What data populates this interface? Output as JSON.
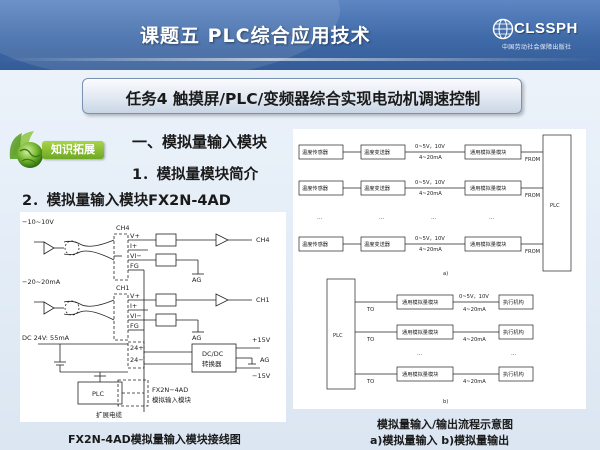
{
  "header": {
    "title": "课题五    PLC综合应用技术",
    "logo_text": "CLSSPH",
    "logo_subtext": "中国劳动社会保障出版社"
  },
  "task": {
    "title": "任务4    触摸屏/PLC/变频器综合实现电动机调速控制"
  },
  "badge": {
    "label": "知识拓展"
  },
  "sections": {
    "s1": "一、模拟量输入模块",
    "s2": "1．模拟量模块简介",
    "s3": "2．模拟量输入模块FX2N-4AD"
  },
  "wiring": {
    "in_v": "−10~10V",
    "in_i": "−20~20mA",
    "ch4": "CH4",
    "ch1": "CH1",
    "t_vplus": "V+",
    "t_iplus": "I+",
    "t_vminus": "VI−",
    "t_fg": "FG",
    "out_ch4": "CH4",
    "out_ch1": "CH1",
    "ag": "AG",
    "power": "DC 24V: 55mA",
    "p24plus": "24+",
    "p24minus": "24−",
    "dcdc_1": "DC/DC",
    "dcdc_2": "转换器",
    "plus15": "+15V",
    "minus15": "−15V",
    "plc": "PLC",
    "module_1": "FX2N−4AD",
    "module_2": "模拟输入模块",
    "ext_cable": "扩展电缆"
  },
  "flow": {
    "sensor": "温度传感器",
    "transmitter": "温度变送器",
    "range_v": "0~5V，10V",
    "range_i": "4~20mA",
    "module": "通用模拟量模块",
    "from": "FROM",
    "to": "TO",
    "plc": "PLC",
    "actuator": "执行机构",
    "dots": "…",
    "label_a": "a)",
    "label_b": "b)"
  },
  "captions": {
    "left": "FX2N-4AD模拟量输入模块接线图",
    "right_1": "模拟量输入/输出流程示意图",
    "right_2": "a)模拟量输入    b)模拟量输出"
  }
}
